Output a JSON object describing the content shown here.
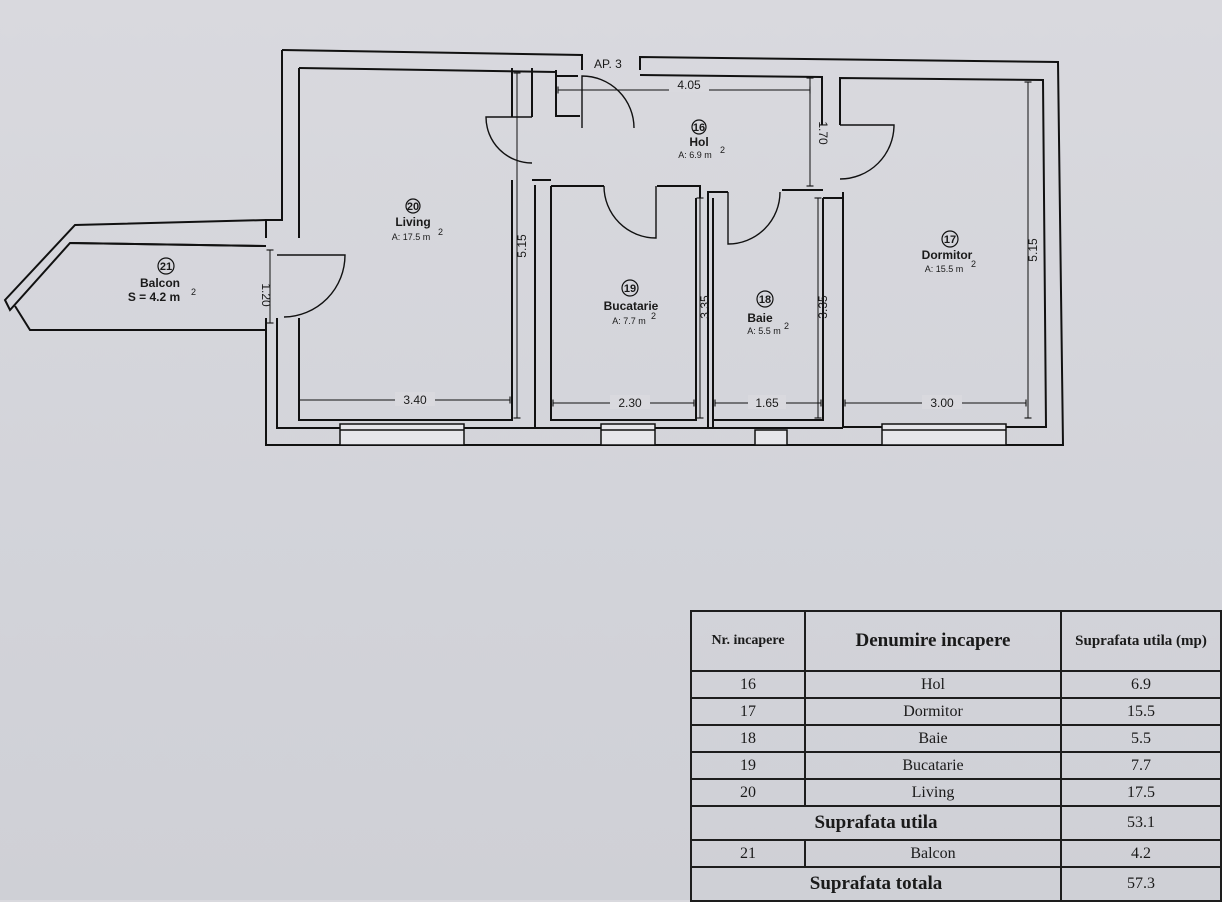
{
  "plan": {
    "apartment_label": "AP. 3",
    "rooms": [
      {
        "number": "16",
        "name": "Hol",
        "area": "A: 6.9 m"
      },
      {
        "number": "20",
        "name": "Living",
        "area": "A: 17.5 m"
      },
      {
        "number": "17",
        "name": "Dormitor",
        "area": "A: 15.5 m"
      },
      {
        "number": "19",
        "name": "Bucatarie",
        "area": "A: 7.7 m"
      },
      {
        "number": "18",
        "name": "Baie",
        "area": "A: 5.5 m"
      },
      {
        "number": "21",
        "name": "Balcon",
        "area": "S = 4.2 m"
      }
    ],
    "area_unit_exponent": "2",
    "dimensions": {
      "hol_width": "4.05",
      "hol_height": "1.70",
      "living_height": "5.15",
      "dormitor_height": "5.15",
      "bucatarie_height": "3.35",
      "baie_height": "3.35",
      "balcon_door": "1.20",
      "living_width": "3.40",
      "bucatarie_width": "2.30",
      "baie_width": "1.65",
      "dormitor_width": "3.00"
    }
  },
  "table": {
    "headers": {
      "nr": "Nr. incapere",
      "name": "Denumire incapere",
      "area": "Suprafata utila (mp)"
    },
    "rows": [
      {
        "nr": "16",
        "name": "Hol",
        "area": "6.9"
      },
      {
        "nr": "17",
        "name": "Dormitor",
        "area": "15.5"
      },
      {
        "nr": "18",
        "name": "Baie",
        "area": "5.5"
      },
      {
        "nr": "19",
        "name": "Bucatarie",
        "area": "7.7"
      },
      {
        "nr": "20",
        "name": "Living",
        "area": "17.5"
      }
    ],
    "subtotal": {
      "label": "Suprafata utila",
      "value": "53.1"
    },
    "balcony": {
      "nr": "21",
      "name": "Balcon",
      "area": "4.2"
    },
    "total": {
      "label": "Suprafata totala",
      "value": "57.3"
    }
  }
}
